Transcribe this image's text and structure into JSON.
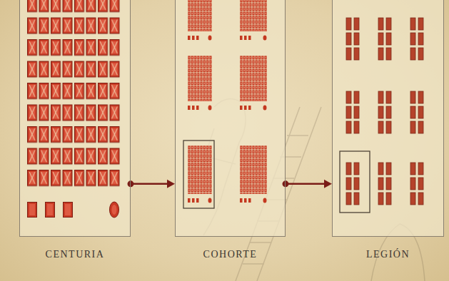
{
  "diagram": {
    "nodes": [
      {
        "text": [
          "CENTURIA"
        ]
      },
      {
        "text": [
          "COHORTE"
        ]
      },
      {
        "text": [
          "LEGIÓN"
        ]
      }
    ],
    "edges": [
      {
        "from": 0,
        "to": 1,
        "arrow": "to"
      },
      {
        "from": 1,
        "to": 2,
        "arrow": "to"
      }
    ]
  }
}
